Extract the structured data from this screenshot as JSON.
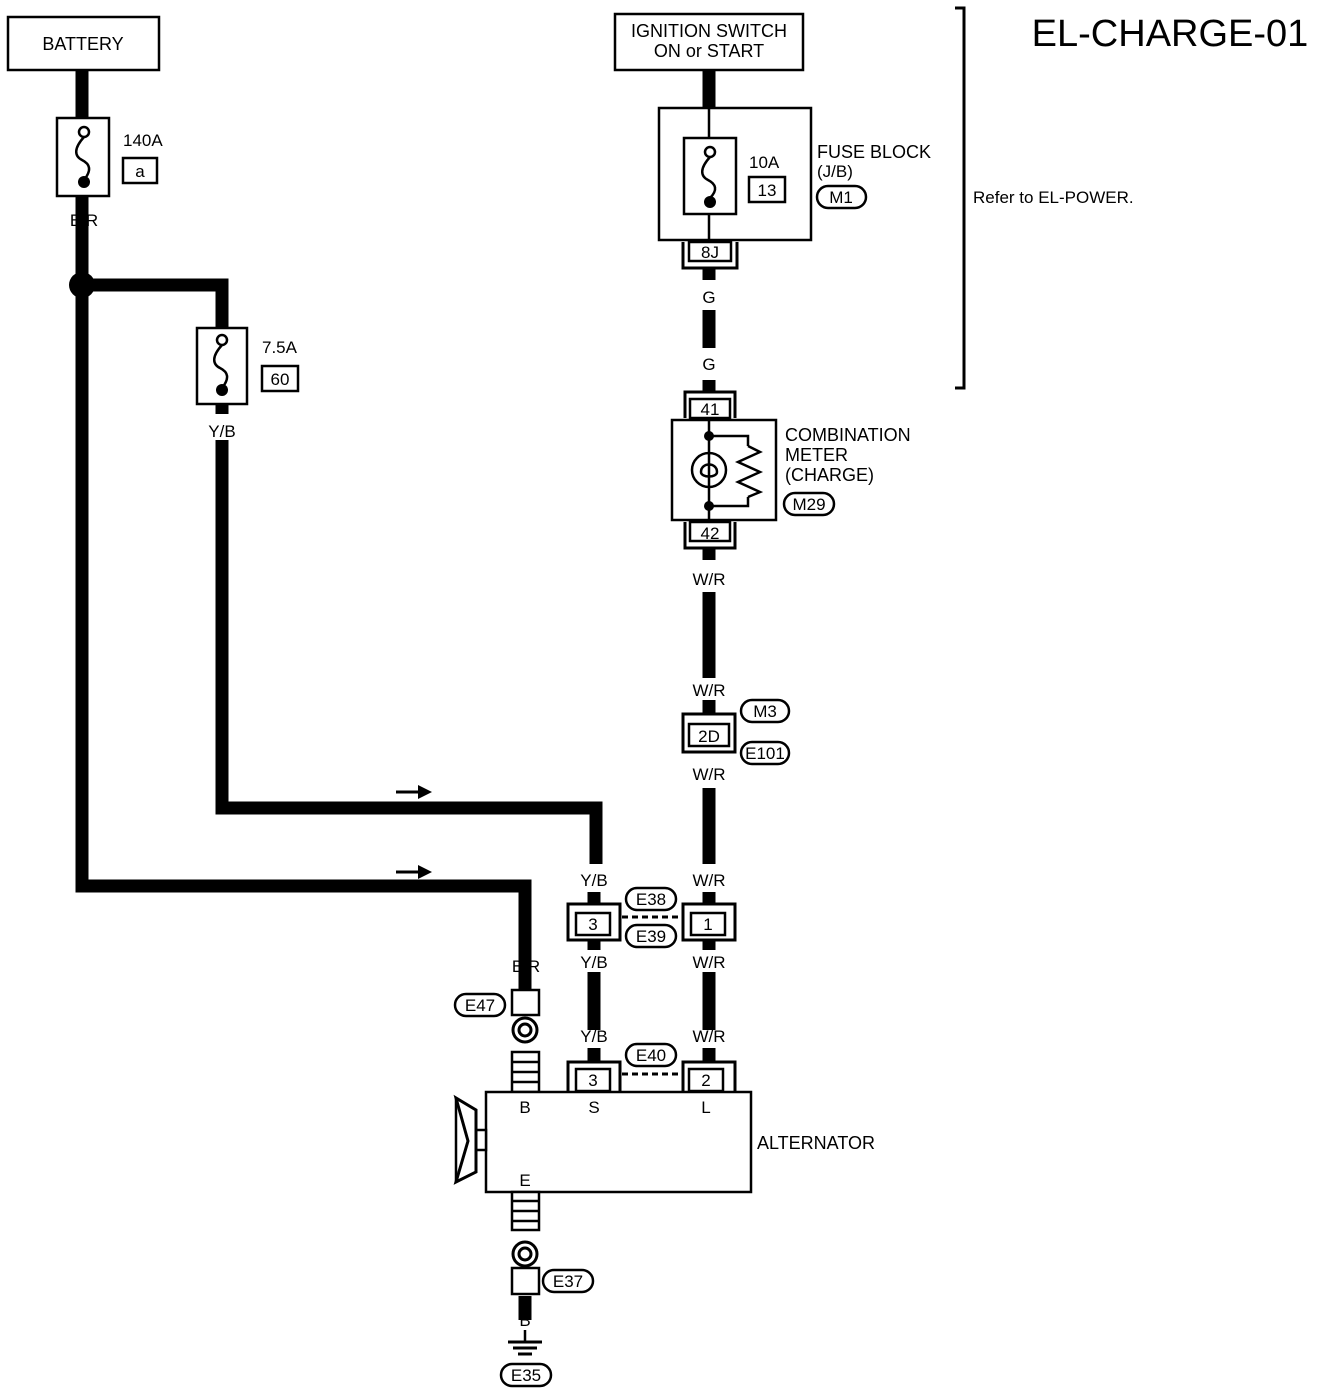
{
  "title": "EL-CHARGE-01",
  "battery": {
    "label": "BATTERY"
  },
  "ignition_switch": {
    "line1": "IGNITION SWITCH",
    "line2": "ON or START"
  },
  "fuse_140a": {
    "rating": "140A",
    "code": "a"
  },
  "fuse_75a": {
    "rating": "7.5A",
    "code": "60"
  },
  "fuse_block": {
    "line1": "FUSE BLOCK",
    "line2": "(J/B)",
    "rating": "10A",
    "fuse_no": "13",
    "connector": "M1",
    "terminal": "8J"
  },
  "refer_note": "Refer to EL-POWER.",
  "combination_meter": {
    "line1": "COMBINATION",
    "line2": "METER",
    "line3": "(CHARGE)",
    "connector": "M29",
    "terminal_in": "41",
    "terminal_out": "42"
  },
  "wire_colors": {
    "br_top": "B/R",
    "yb_top": "Y/B",
    "g_top": "G",
    "g_bottom": "G",
    "wr_meter": "W/R",
    "wr_m3": "W/R",
    "wr_e101": "W/R",
    "yb_e38_top": "Y/B",
    "wr_e38_top": "W/R",
    "yb_e39_bottom": "Y/B",
    "wr_e39_bottom": "W/R",
    "yb_e40": "Y/B",
    "wr_e40": "W/R",
    "br_alt": "B/R",
    "b_ground": "B"
  },
  "connectors": {
    "m3": "M3",
    "e101": "E101",
    "d2": "2D",
    "e38": "E38",
    "e39": "E39",
    "e38_pin_yb": "3",
    "e38_pin_wr": "1",
    "e40": "E40",
    "e40_pin_s": "3",
    "e40_pin_l": "2",
    "e47": "E47",
    "e37": "E37",
    "e35": "E35"
  },
  "alternator": {
    "label": "ALTERNATOR",
    "term_b": "B",
    "term_s": "S",
    "term_l": "L",
    "term_e": "E"
  }
}
